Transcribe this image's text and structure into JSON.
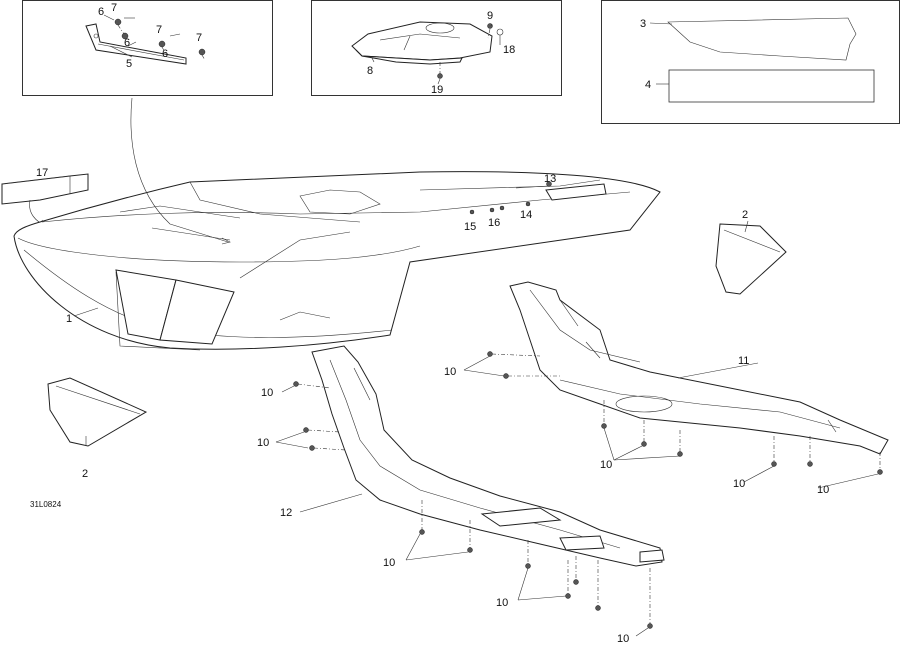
{
  "diagram": {
    "reference_code": "31L0824",
    "callouts": {
      "c1": "1",
      "c2a": "2",
      "c2b": "2",
      "c3": "3",
      "c4": "4",
      "c5": "5",
      "c6a": "6",
      "c6b": "6",
      "c6c": "6",
      "c7a": "7",
      "c7b": "7",
      "c7c": "7",
      "c8": "8",
      "c9": "9",
      "c10a": "10",
      "c10b": "10",
      "c10c": "10",
      "c10d": "10",
      "c10e": "10",
      "c10f": "10",
      "c10g": "10",
      "c10h": "10",
      "c10i": "10",
      "c11": "11",
      "c12": "12",
      "c13": "13",
      "c14": "14",
      "c15": "15",
      "c16": "16",
      "c17": "17",
      "c18": "18",
      "c19": "19"
    }
  }
}
